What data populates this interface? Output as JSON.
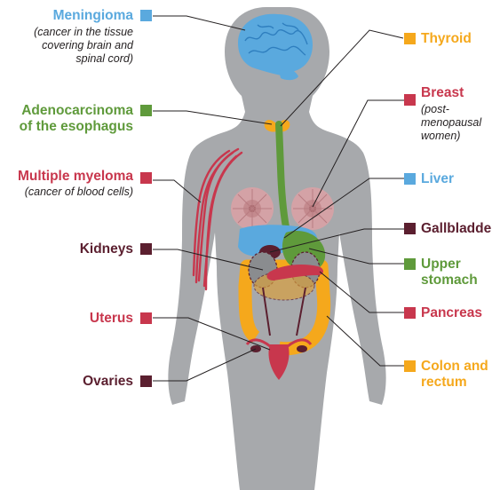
{
  "colors": {
    "body": "#a7a9ac",
    "brain": "#5aa9de",
    "thyroid": "#f5a81c",
    "esophagus": "#5f9a3b",
    "breast": "#d4a2a6",
    "liver": "#5aa9de",
    "gallbladder": "#5b1f2f",
    "stomach": "#5f9a3b",
    "kidneys": "#5b1f2f",
    "pancreas": "#c8374d",
    "colon": "#f5a81c",
    "uterus": "#c8374d",
    "ovaries": "#5b1f2f",
    "blood": "#c8374d",
    "leader": "#231f20"
  },
  "labels": {
    "meningioma": {
      "title": "Meningioma",
      "desc": [
        "(cancer in the tissue",
        "covering brain and",
        "spinal cord)"
      ],
      "color": "#5aa9de"
    },
    "adenocarcinoma": {
      "title": [
        "Adenocarcinoma",
        "of the esophagus"
      ],
      "color": "#5f9a3b"
    },
    "myeloma": {
      "title": "Multiple myeloma",
      "desc": "(cancer of blood cells)",
      "color": "#c8374d"
    },
    "kidneys": {
      "title": "Kidneys",
      "color": "#5b1f2f"
    },
    "uterus": {
      "title": "Uterus",
      "color": "#c8374d"
    },
    "ovaries": {
      "title": "Ovaries",
      "color": "#5b1f2f"
    },
    "thyroid": {
      "title": "Thyroid",
      "color": "#f5a81c"
    },
    "breast": {
      "title": "Breast",
      "desc": [
        "(post-",
        "menopausal",
        "women)"
      ],
      "color": "#c8374d"
    },
    "liver": {
      "title": "Liver",
      "color": "#5aa9de"
    },
    "gallbladder": {
      "title": "Gallbladder",
      "color": "#5b1f2f"
    },
    "stomach": {
      "title": [
        "Upper",
        "stomach"
      ],
      "color": "#5f9a3b"
    },
    "pancreas": {
      "title": "Pancreas",
      "color": "#c8374d"
    },
    "colon": {
      "title": [
        "Colon and",
        "rectum"
      ],
      "color": "#f5a81c"
    }
  }
}
